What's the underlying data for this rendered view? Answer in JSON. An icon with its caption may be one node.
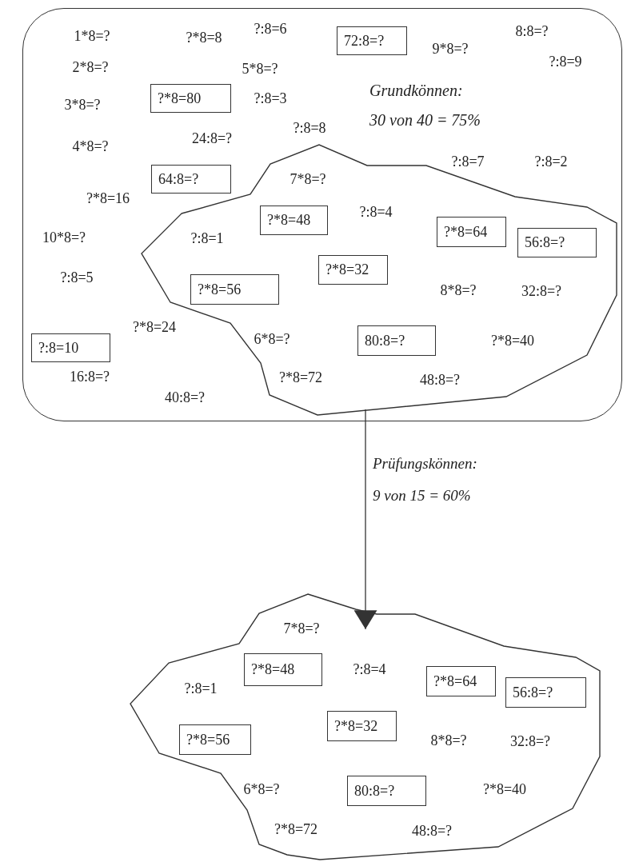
{
  "diagram": {
    "nodes": [
      {
        "text": [
          "Grundkönnen:",
          "30 von 40 = 75%"
        ]
      },
      {
        "text": [
          "72:8=?"
        ],
        "in": 0
      },
      {
        "text": [
          "?*8=80"
        ],
        "in": 0
      },
      {
        "text": [
          "64:8=?"
        ],
        "in": 0
      },
      {
        "text": [],
        "shape": "polygon",
        "in": 0
      },
      {
        "text": [
          "?*8=48"
        ],
        "in": 4
      },
      {
        "text": [
          "?*8=64"
        ],
        "in": 4
      },
      {
        "text": [
          "56:8=?"
        ],
        "in": 4
      },
      {
        "text": [
          "?*8=32"
        ],
        "in": 4
      },
      {
        "text": [
          "?*8=56"
        ],
        "in": 4
      },
      {
        "text": [
          "80:8=?"
        ],
        "in": 4
      },
      {
        "text": [
          "?:8=10"
        ],
        "in": 0
      },
      {
        "text": [],
        "shape": "polygon"
      },
      {
        "text": [
          "?*8=48"
        ],
        "in": 12
      },
      {
        "text": [
          "?*8=64"
        ],
        "in": 12
      },
      {
        "text": [
          "56:8=?"
        ],
        "in": 12
      },
      {
        "text": [
          "?*8=32"
        ],
        "in": 12
      },
      {
        "text": [
          "?*8=56"
        ],
        "in": 12
      },
      {
        "text": [
          "80:8=?"
        ],
        "in": 12
      }
    ],
    "edges": [
      {
        "from": 4,
        "to": 12,
        "arrow": "to",
        "label": "Prüfungskönnen: 9 von 15 = 60%"
      }
    ],
    "labels": [
      "1*8=?",
      "?:8=6",
      "8:8=?",
      "?*8=8",
      "9*8=?",
      "?:8=9",
      "2*8=?",
      "5*8=?",
      "?:8=3",
      "3*8=?",
      "?:8=8",
      "24:8=?",
      "4*8=?",
      "?:8=7",
      "?:8=2",
      "7*8=?",
      "?*8=16",
      "?:8=4",
      "10*8=?",
      "?:8=1",
      "?:8=5",
      "8*8=?",
      "32:8=?",
      "?*8=24",
      "6*8=?",
      "?*8=40",
      "16:8=?",
      "?*8=72",
      "48:8=?",
      "40:8=?",
      "7*8=?",
      "?:8=4",
      "?:8=1",
      "8*8=?",
      "32:8=?",
      "6*8=?",
      "?*8=40",
      "?*8=72",
      "48:8=?"
    ]
  }
}
